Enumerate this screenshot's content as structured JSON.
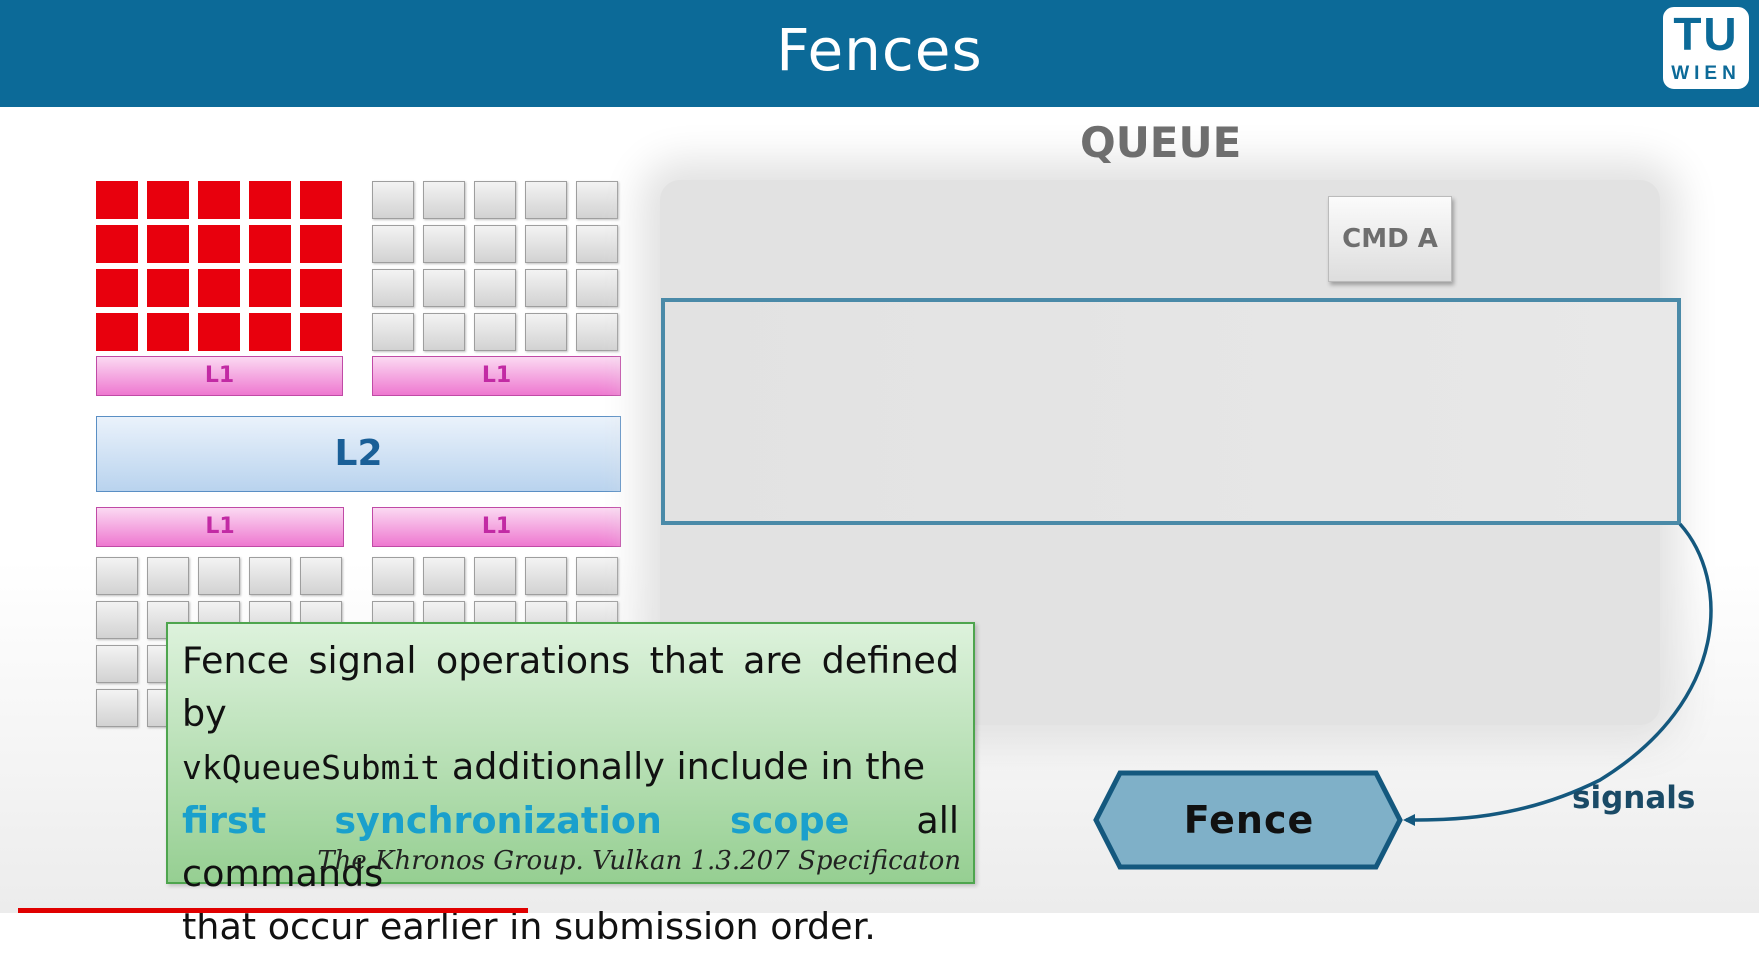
{
  "header": {
    "title": "Fences",
    "logo": {
      "top_text": "TU",
      "bottom_text": "WIEN"
    }
  },
  "gpu": {
    "l1_label": "L1",
    "l2_label": "L2"
  },
  "queue": {
    "label": "QUEUE",
    "command": "CMD A"
  },
  "quote": {
    "line1": "Fence signal operations that are defined by",
    "code": "vkQueueSubmit",
    "line2_rest": " additionally include in the",
    "highlight": "first synchronization scope",
    "line3_rest": " all commands",
    "line4": "that occur earlier in submission order.",
    "source": "The Khronos Group. Vulkan 1.3.207 Specificaton"
  },
  "fence": {
    "label": "Fence",
    "arrow_label": "signals",
    "node_fill": "#7fb0c8",
    "node_stroke": "#14587e",
    "arrow_color": "#14587e"
  },
  "colors": {
    "header": "#0c6a98",
    "active_core": "#e8000d",
    "highlight_text": "#1aa0cc"
  },
  "video_progress": 0.29
}
